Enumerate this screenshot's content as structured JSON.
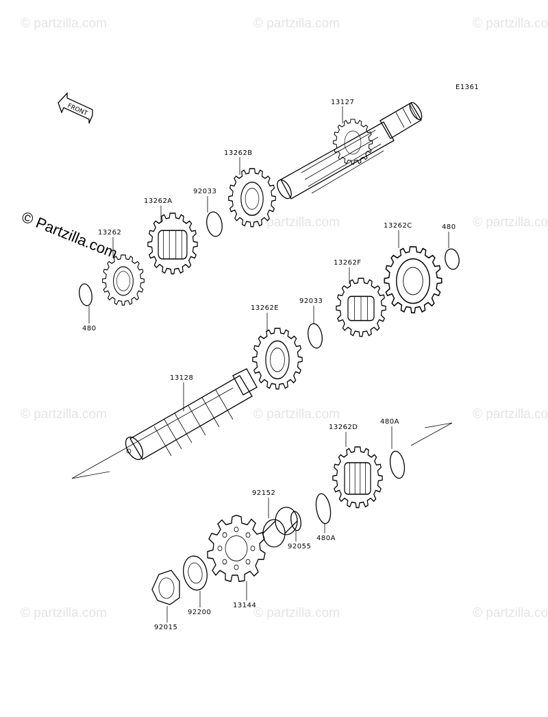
{
  "diagram": {
    "code": "E1361",
    "front_label": "FRONT",
    "watermark": "© Partzilla.com",
    "watermark_small": "© partzilla.com",
    "parts": [
      {
        "id": "p13127",
        "label": "13127"
      },
      {
        "id": "p13262B",
        "label": "13262B"
      },
      {
        "id": "p92033a",
        "label": "92033"
      },
      {
        "id": "p13262A",
        "label": "13262A"
      },
      {
        "id": "p13262",
        "label": "13262"
      },
      {
        "id": "p480a",
        "label": "480"
      },
      {
        "id": "p13262C",
        "label": "13262C"
      },
      {
        "id": "p480b",
        "label": "480"
      },
      {
        "id": "p13262F",
        "label": "13262F"
      },
      {
        "id": "p92033b",
        "label": "92033"
      },
      {
        "id": "p13262E",
        "label": "13262E"
      },
      {
        "id": "p13128",
        "label": "13128"
      },
      {
        "id": "p13262D",
        "label": "13262D"
      },
      {
        "id": "p480A1",
        "label": "480A"
      },
      {
        "id": "p480A2",
        "label": "480A"
      },
      {
        "id": "p92152",
        "label": "92152"
      },
      {
        "id": "p92055",
        "label": "92055"
      },
      {
        "id": "p13144",
        "label": "13144"
      },
      {
        "id": "p92200",
        "label": "92200"
      },
      {
        "id": "p92015",
        "label": "92015"
      }
    ]
  }
}
